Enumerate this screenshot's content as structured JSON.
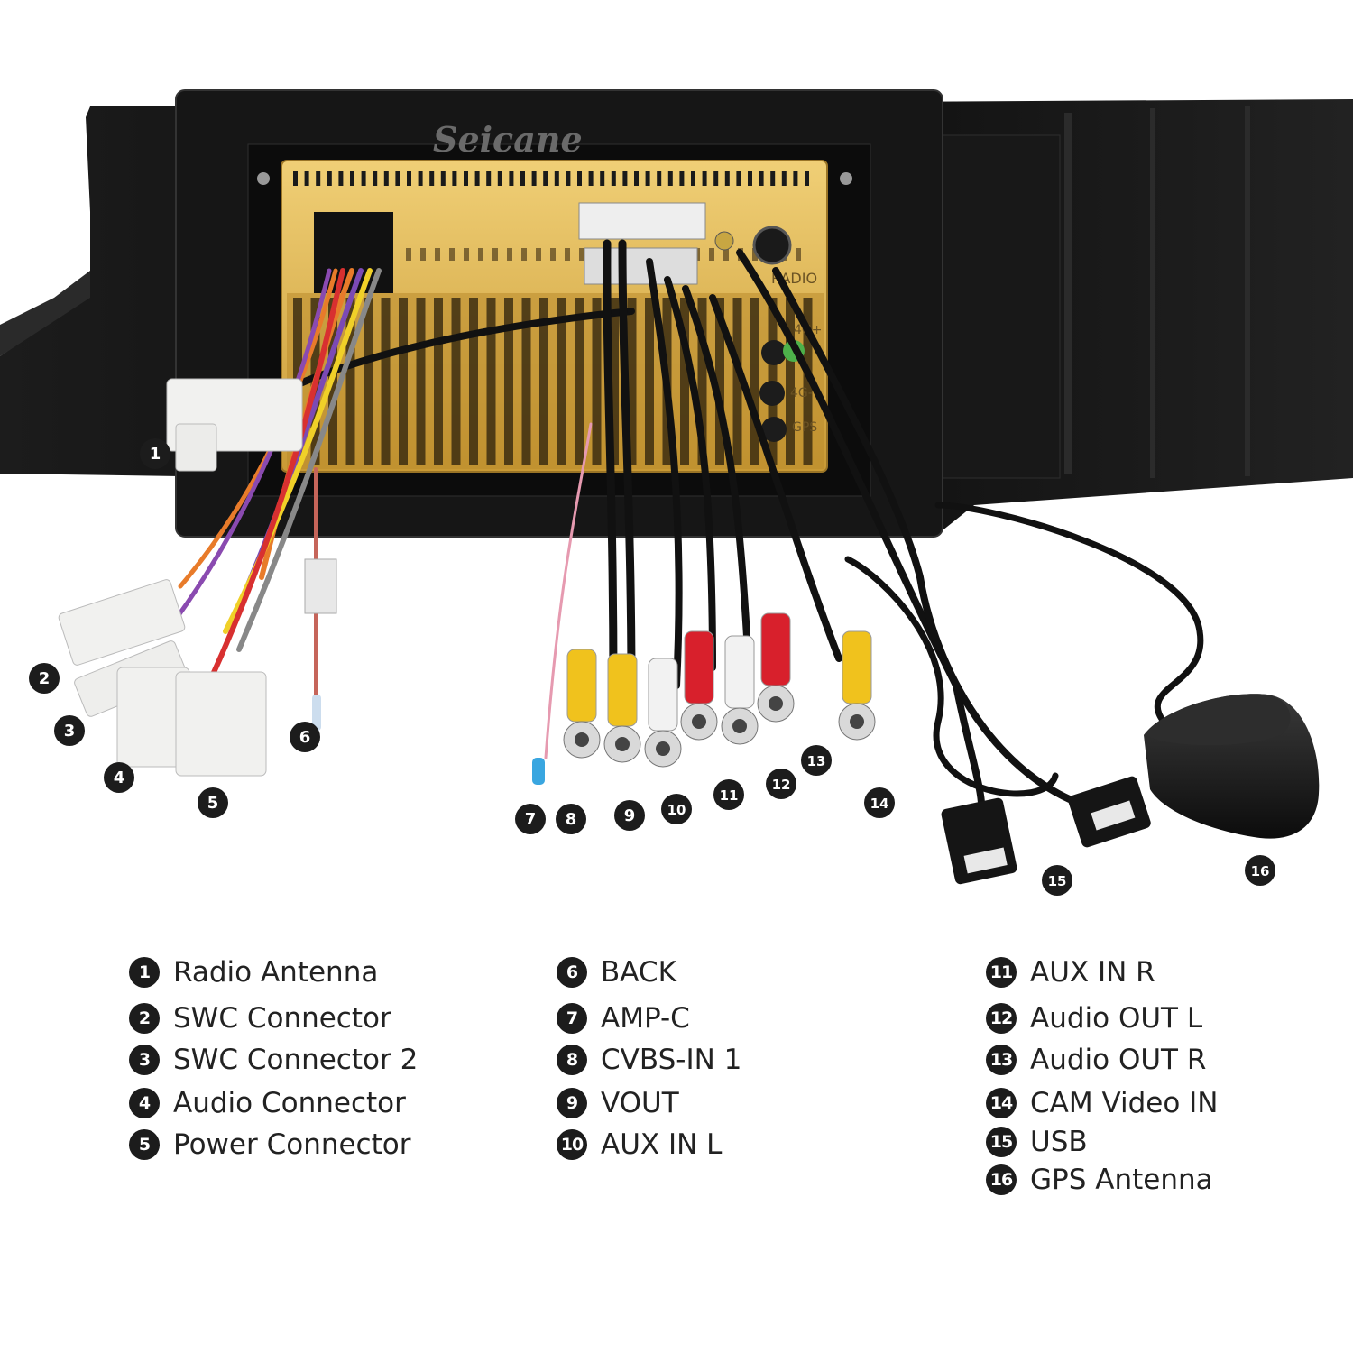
{
  "brand": {
    "watermark": "Seicane"
  },
  "unit_labels": {
    "radio_port": "RADIO",
    "gps_port": "GPS",
    "port_4g_top": "4G+",
    "port_4g_bottom": "4G-"
  },
  "legend": {
    "columns": [
      [
        {
          "num": "1",
          "label": "Radio Antenna"
        },
        {
          "num": "2",
          "label": "SWC Connector"
        },
        {
          "num": "3",
          "label": "SWC Connector 2"
        },
        {
          "num": "4",
          "label": "Audio Connector"
        },
        {
          "num": "5",
          "label": "Power Connector"
        }
      ],
      [
        {
          "num": "6",
          "label": "BACK"
        },
        {
          "num": "7",
          "label": "AMP-C"
        },
        {
          "num": "8",
          "label": "CVBS-IN 1"
        },
        {
          "num": "9",
          "label": "VOUT"
        },
        {
          "num": "10",
          "label": "AUX IN L"
        }
      ],
      [
        {
          "num": "11",
          "label": "AUX IN R"
        },
        {
          "num": "12",
          "label": "Audio OUT L"
        },
        {
          "num": "13",
          "label": "Audio OUT R"
        },
        {
          "num": "14",
          "label": "CAM Video IN"
        },
        {
          "num": "15",
          "label": "USB"
        },
        {
          "num": "16",
          "label": "GPS Antenna"
        }
      ]
    ]
  },
  "colors": {
    "badge": "#1c1c1c",
    "chassis": "#e0b552",
    "panel": "#111111",
    "rca_yellow": "#f0c21d",
    "rca_red": "#d8202c",
    "rca_white": "#f2f2f2"
  }
}
